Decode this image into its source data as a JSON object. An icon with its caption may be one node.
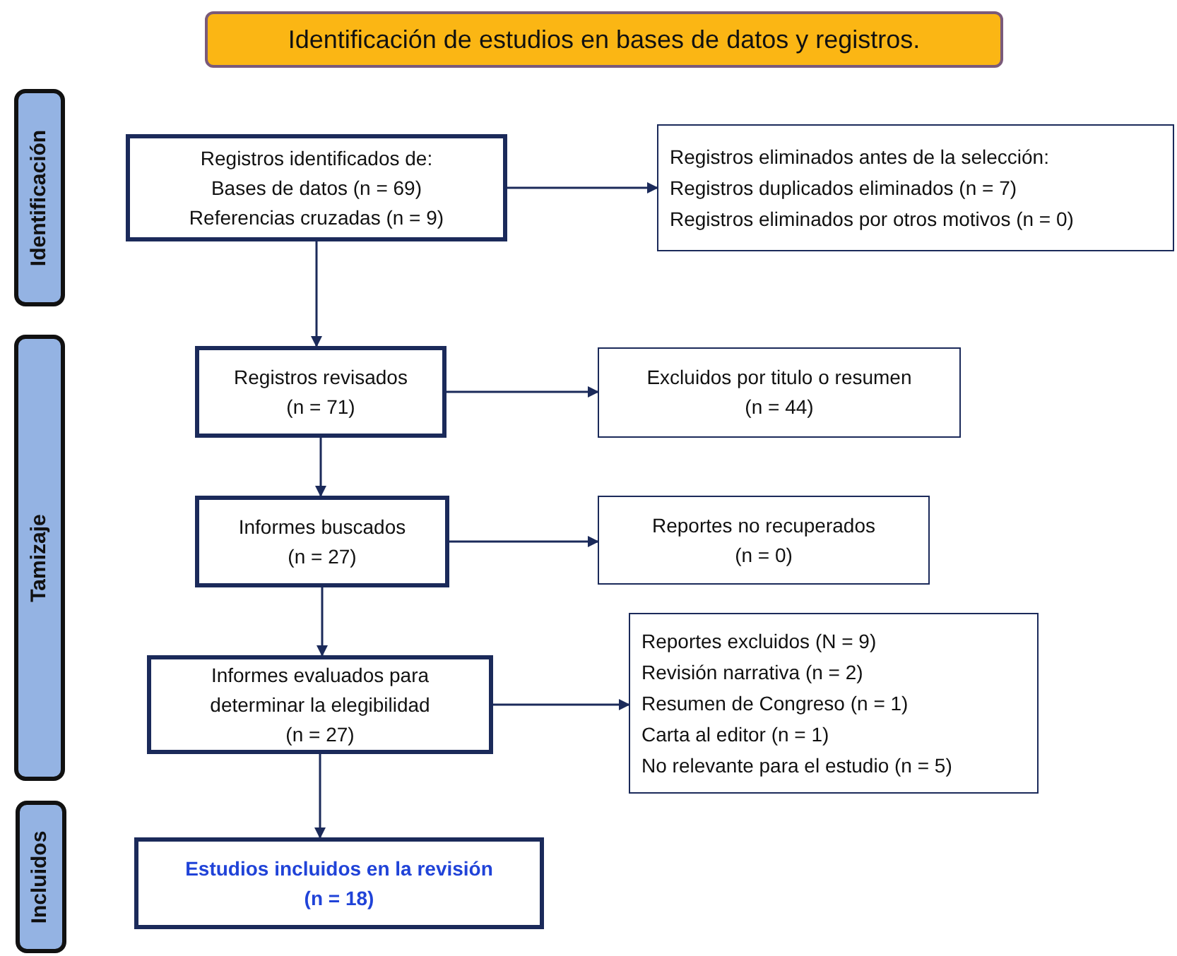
{
  "diagram": {
    "nodes": [
      {
        "text": [
          "Identificación de estudios en bases de datos y registros."
        ]
      },
      {
        "text": [
          "Identificación"
        ]
      },
      {
        "text": [
          "Tamizaje"
        ]
      },
      {
        "text": [
          "Incluidos"
        ]
      },
      {
        "text": [
          "Registros identificados de:",
          "Bases de datos (n = 69)",
          "Referencias cruzadas (n = 9)"
        ]
      },
      {
        "text": [
          "Registros eliminados antes de la selección:",
          "Registros duplicados eliminados (n = 7)",
          "Registros eliminados por otros motivos (n = 0)"
        ]
      },
      {
        "text": [
          "Registros revisados",
          "(n = 71)"
        ]
      },
      {
        "text": [
          "Excluidos por titulo o resumen",
          "(n = 44)"
        ]
      },
      {
        "text": [
          "Informes buscados",
          "(n = 27)"
        ]
      },
      {
        "text": [
          "Reportes no recuperados",
          "(n = 0)"
        ]
      },
      {
        "text": [
          "Informes evaluados para determinar la elegibilidad",
          "(n = 27)"
        ]
      },
      {
        "text": [
          "Reportes excluidos (N = 9)",
          "Revisión narrativa (n = 2)",
          "Resumen de Congreso (n = 1)",
          "Carta al editor (n = 1)",
          "No relevante para el estudio (n = 5)"
        ]
      },
      {
        "text": [
          "Estudios incluidos en la revisión",
          "(n = 18)"
        ]
      }
    ],
    "edges": [
      {
        "from": 4,
        "to": 5,
        "arrow": "to"
      },
      {
        "from": 4,
        "to": 6,
        "arrow": "to"
      },
      {
        "from": 6,
        "to": 7,
        "arrow": "to"
      },
      {
        "from": 6,
        "to": 8,
        "arrow": "to"
      },
      {
        "from": 8,
        "to": 9,
        "arrow": "to"
      },
      {
        "from": 8,
        "to": 10,
        "arrow": "to"
      },
      {
        "from": 10,
        "to": 11,
        "arrow": "to"
      },
      {
        "from": 10,
        "to": 12,
        "arrow": "to"
      }
    ]
  }
}
